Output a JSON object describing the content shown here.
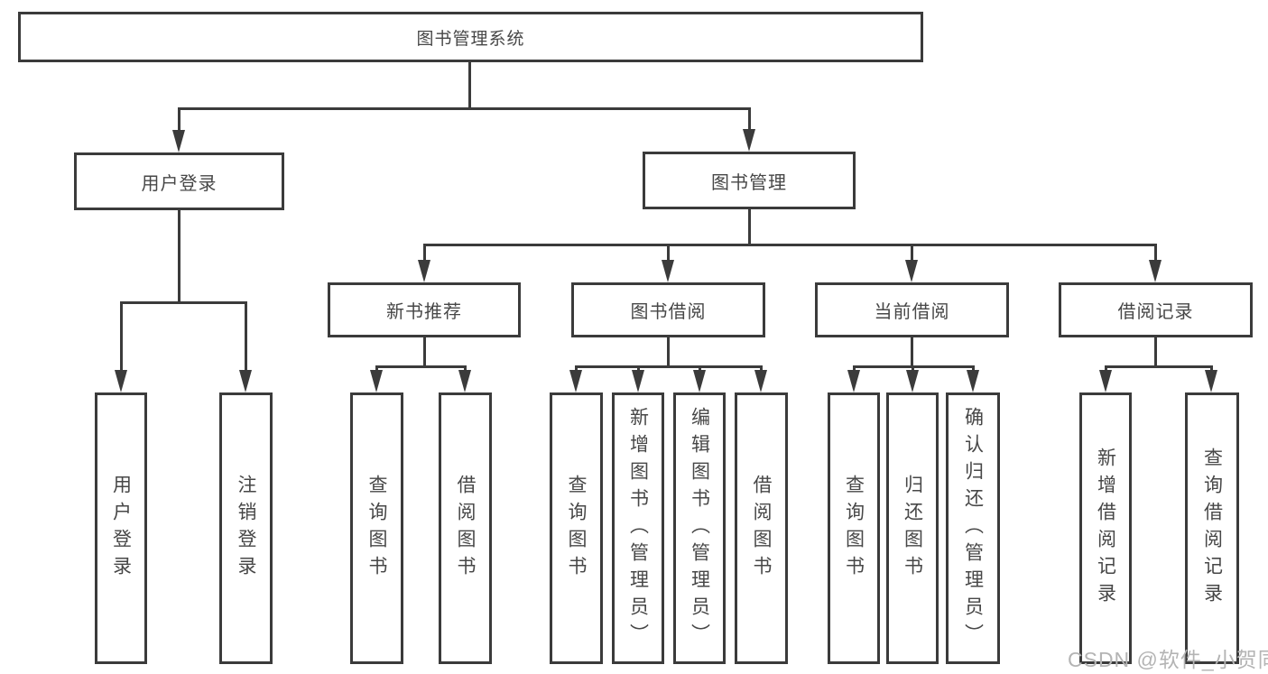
{
  "diagram": {
    "root": {
      "label": "图书管理系统"
    },
    "level2": {
      "user_login": {
        "label": "用户登录"
      },
      "book_management": {
        "label": "图书管理"
      }
    },
    "level3": {
      "new_book_recommend": {
        "label": "新书推荐"
      },
      "book_borrow": {
        "label": "图书借阅"
      },
      "current_borrow": {
        "label": "当前借阅"
      },
      "borrow_records": {
        "label": "借阅记录"
      }
    },
    "leaves": {
      "user_login": {
        "label": "用户登录"
      },
      "logout": {
        "label": "注销登录"
      },
      "query_book_new": {
        "label": "查询图书"
      },
      "borrow_book_new": {
        "label": "借阅图书"
      },
      "query_book_borrow": {
        "label": "查询图书"
      },
      "add_book_admin": {
        "label": "新增图书（管理员）"
      },
      "edit_book_admin": {
        "label": "编辑图书（管理员）"
      },
      "borrow_book_borrow": {
        "label": "借阅图书"
      },
      "query_book_current": {
        "label": "查询图书"
      },
      "return_book": {
        "label": "归还图书"
      },
      "confirm_return_admin": {
        "label": "确认归还（管理员）"
      },
      "add_borrow_record": {
        "label": "新增借阅记录"
      },
      "query_borrow_record": {
        "label": "查询借阅记录"
      }
    }
  },
  "watermark": {
    "text": "CSDN @软件_小贺同学"
  },
  "colors": {
    "line": "#3b3b3b",
    "text": "#474747",
    "background": "#ffffff",
    "watermark": "#b4b4b4"
  }
}
